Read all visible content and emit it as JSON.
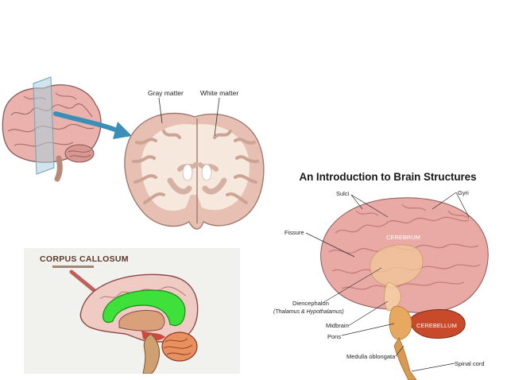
{
  "coronal": {
    "gray_matter_label": "Gray matter",
    "white_matter_label": "White matter"
  },
  "sagittal": {
    "corpus_callosum_label": "CORPUS CALLOSUM"
  },
  "structures": {
    "title": "An Introduction to Brain Structures",
    "labels": {
      "sulci": "Sulci",
      "gyri": "Gyri",
      "fissure": "Fissure",
      "cerebrum": "CEREBRUM",
      "diencephalon": "Diencephalon",
      "diencephalon_sub": "(Thalamus & Hypothalamus)",
      "midbrain": "Midbrain",
      "cerebellum": "CEREBELLUM",
      "pons": "Pons",
      "medulla": "Medulla oblongata",
      "spinal_cord": "Spinal cord"
    }
  },
  "colors": {
    "brain_pink": "#e9a9a5",
    "brain_outline": "#8a5a58",
    "white_matter": "#f6e8dc",
    "gray_matter": "#e7c0b3",
    "corpus_callosum_green": "#3ee03a",
    "arrow_blue": "#3a8fb8",
    "cerebellum_red": "#c84a2a",
    "stem_gold": "#d79a50"
  }
}
